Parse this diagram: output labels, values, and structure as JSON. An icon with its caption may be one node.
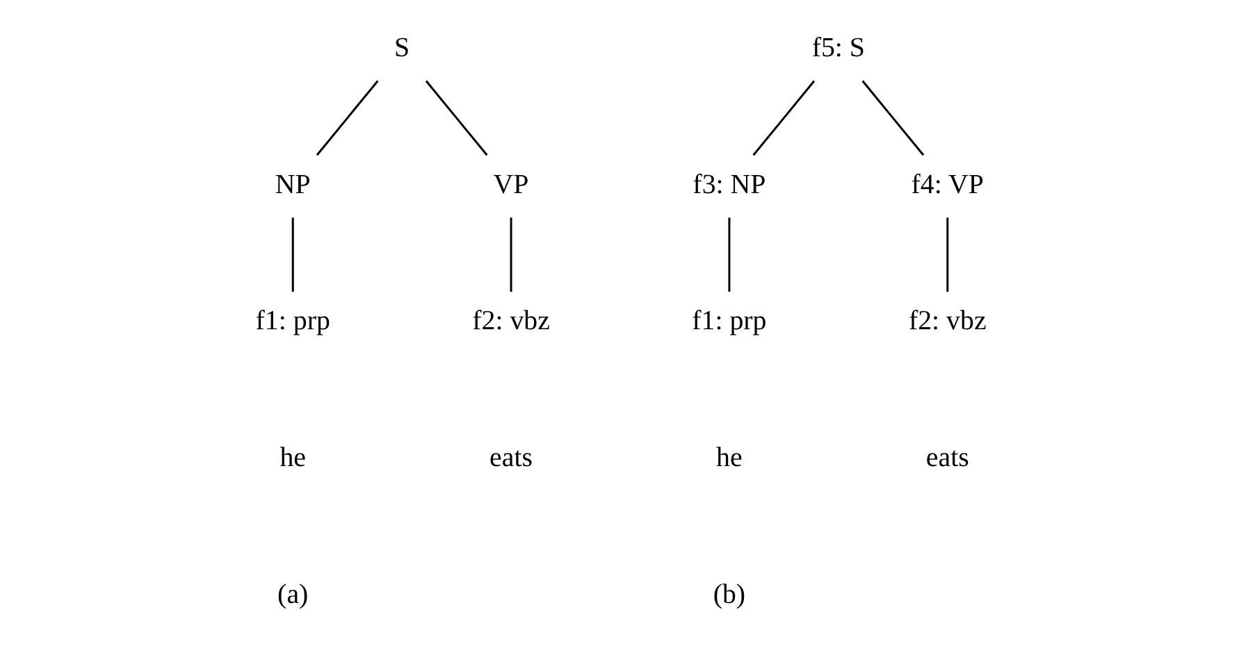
{
  "diagram": {
    "nodes": [
      {
        "text": [
          "S"
        ]
      },
      {
        "text": [
          "NP"
        ]
      },
      {
        "text": [
          "VP"
        ]
      },
      {
        "text": [
          "f1: prp"
        ]
      },
      {
        "text": [
          "f2: vbz"
        ]
      },
      {
        "text": [
          "f5: S"
        ]
      },
      {
        "text": [
          "f3: NP"
        ]
      },
      {
        "text": [
          "f4: VP"
        ]
      },
      {
        "text": [
          "f1: prp"
        ]
      },
      {
        "text": [
          "f2: vbz"
        ]
      }
    ],
    "edges": [
      {
        "from": 0,
        "to": 1,
        "arrow": "none"
      },
      {
        "from": 0,
        "to": 2,
        "arrow": "none"
      },
      {
        "from": 1,
        "to": 3,
        "arrow": "none"
      },
      {
        "from": 2,
        "to": 4,
        "arrow": "none"
      },
      {
        "from": 5,
        "to": 6,
        "arrow": "none"
      },
      {
        "from": 5,
        "to": 7,
        "arrow": "none"
      },
      {
        "from": 6,
        "to": 8,
        "arrow": "none"
      },
      {
        "from": 7,
        "to": 9,
        "arrow": "none"
      }
    ],
    "labels": [
      "he",
      "eats",
      "he",
      "eats",
      "(a)",
      "(b)"
    ]
  }
}
